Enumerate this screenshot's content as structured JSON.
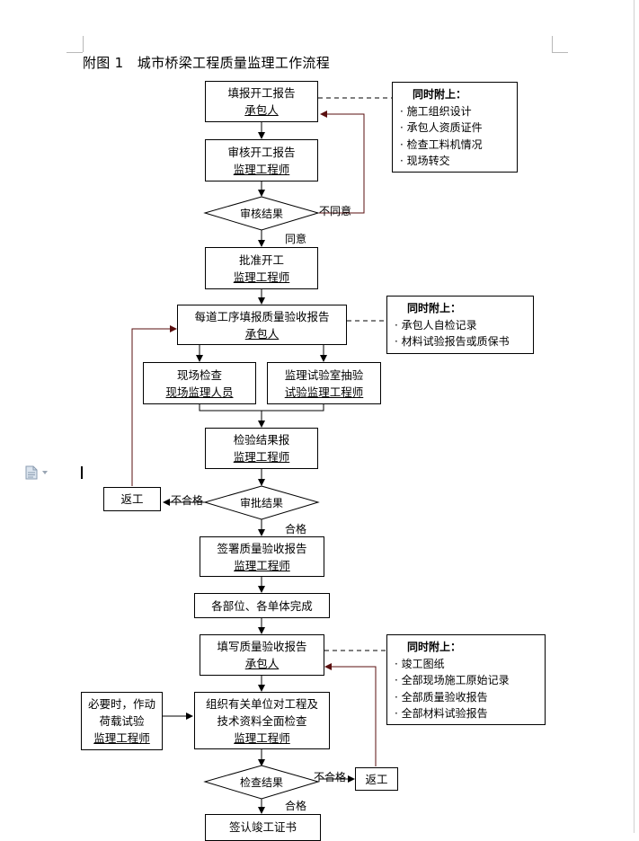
{
  "caption": "附图 1　城市桥梁工程质量监理工作流程",
  "nodes": {
    "fill_start_report": {
      "lines": [
        "填报开工报告"
      ],
      "role": "承包人"
    },
    "review_start_report": {
      "lines": [
        "审核开工报告"
      ],
      "role": "监理工程师"
    },
    "review_result": {
      "label": "审核结果"
    },
    "approve_start": {
      "lines": [
        "批准开工"
      ],
      "role": "监理工程师"
    },
    "process_quality_report": {
      "lines": [
        "每道工序填报质量验收报告"
      ],
      "role": "承包人"
    },
    "site_inspection": {
      "lines": [
        "现场检查"
      ],
      "role": "现场监理人员"
    },
    "lab_sampling": {
      "lines": [
        "监理试验室抽验"
      ],
      "role": "试验监理工程师"
    },
    "inspection_result_report": {
      "lines": [
        "检验结果报"
      ],
      "role": "监理工程师"
    },
    "approval_result": {
      "label": "审批结果"
    },
    "rework_1": {
      "lines": [
        "返工"
      ]
    },
    "sign_quality_report": {
      "lines": [
        "签署质量验收报告"
      ],
      "role": "监理工程师"
    },
    "parts_complete": {
      "lines": [
        "各部位、各单体完成"
      ]
    },
    "fill_quality_report": {
      "lines": [
        "填写质量验收报告"
      ],
      "role": "承包人"
    },
    "load_test": {
      "lines": [
        "必要时，作动",
        "荷载试验"
      ],
      "role": "监理工程师"
    },
    "organize_inspection": {
      "lines": [
        "组织有关单位对工程及",
        "技术资料全面检查"
      ],
      "role": "监理工程师"
    },
    "check_result": {
      "label": "检查结果"
    },
    "rework_2": {
      "lines": [
        "返工"
      ]
    },
    "sign_completion": {
      "lines": [
        "签认竣工证书"
      ]
    }
  },
  "notes": {
    "note1": {
      "title": "同时附上：",
      "items": [
        "· 施工组织设计",
        "· 承包人资质证件",
        "· 检查工料机情况",
        "· 现场转交"
      ]
    },
    "note2": {
      "title": "同时附上：",
      "items": [
        "· 承包人自检记录",
        "· 材料试验报告或质保书"
      ]
    },
    "note3": {
      "title": "同时附上：",
      "items": [
        "· 竣工图纸",
        "· 全部现场施工原始记录",
        "· 全部质量验收报告",
        "· 全部材料试验报告"
      ]
    }
  },
  "edge_labels": {
    "disagree": "不同意",
    "agree": "同意",
    "fail_1": "不合格",
    "pass_1": "合格",
    "fail_2": "不合格",
    "pass_2": "合格"
  },
  "colors": {
    "line": "#000000",
    "arrow_back": "#5a0f0f",
    "dash": "#000000"
  }
}
